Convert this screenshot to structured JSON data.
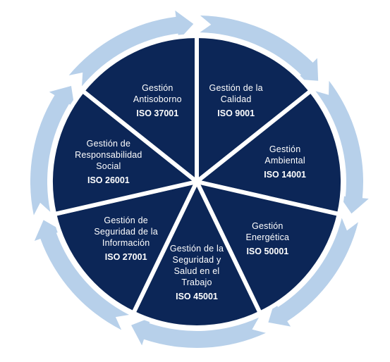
{
  "colors": {
    "segment_fill": "#0c2657",
    "separator": "#ffffff",
    "arrow_ring": "#b7d0ea",
    "arrow_ring_dark": "#9fbfe0",
    "text": "#ffffff"
  },
  "segments": [
    {
      "id": "calidad",
      "name_lines": [
        "Gestión de la",
        "Calidad"
      ],
      "code": "ISO 9001"
    },
    {
      "id": "ambiental",
      "name_lines": [
        "Gestión",
        "Ambiental"
      ],
      "code": "ISO 14001"
    },
    {
      "id": "energetica",
      "name_lines": [
        "Gestión",
        "Energética"
      ],
      "code": "ISO 50001"
    },
    {
      "id": "seguridad-salud",
      "name_lines": [
        "Gestión de la",
        "Seguridad y",
        "Salud en el",
        "Trabajo"
      ],
      "code": "ISO 45001"
    },
    {
      "id": "seguridad-informacion",
      "name_lines": [
        "Gestión de",
        "Seguridad de la",
        "Información"
      ],
      "code": "ISO 27001"
    },
    {
      "id": "responsabilidad-social",
      "name_lines": [
        "Gestión de",
        "Responsabilidad",
        "Social"
      ],
      "code": "ISO 26001"
    },
    {
      "id": "antisoborno",
      "name_lines": [
        "Gestión",
        "Antisoborno"
      ],
      "code": "ISO 37001"
    }
  ]
}
